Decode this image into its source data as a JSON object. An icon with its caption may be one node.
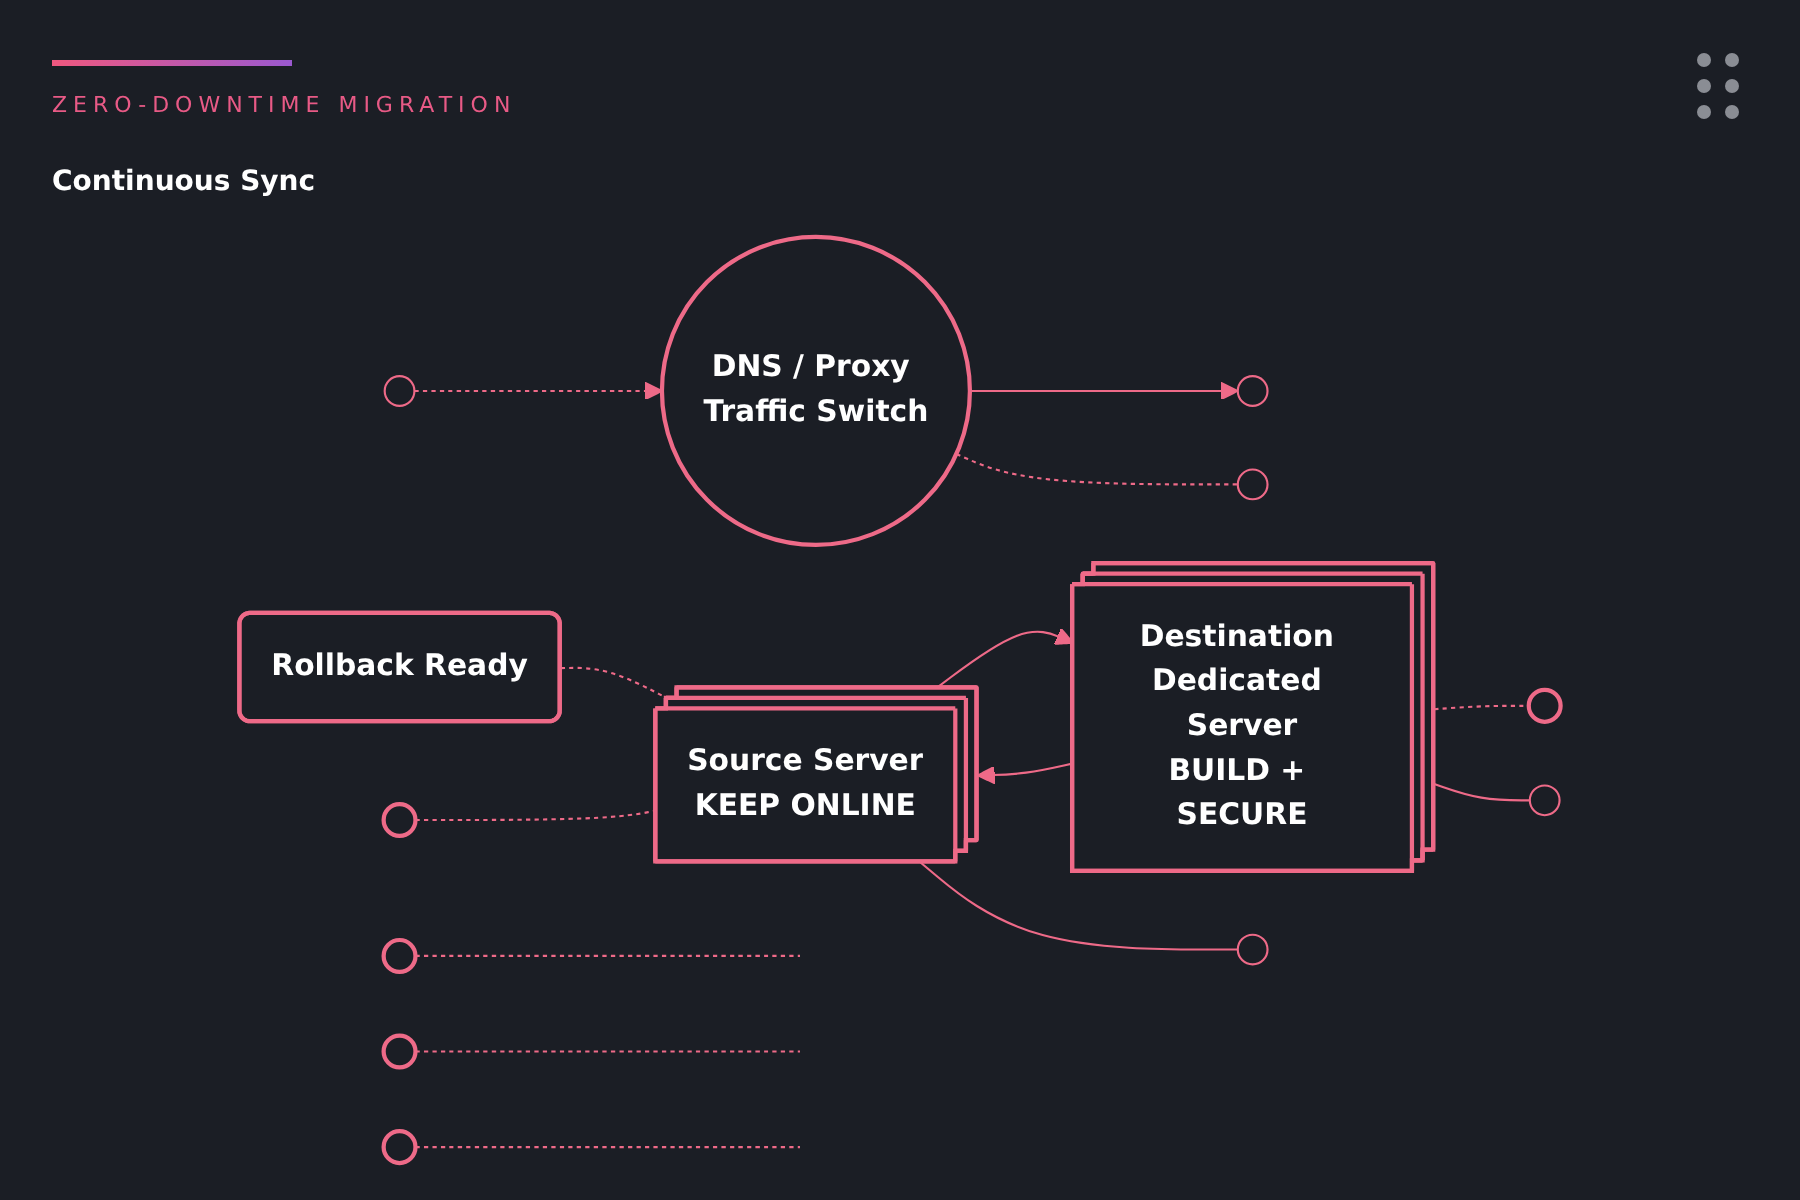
{
  "diagram": {
    "title": "ZERO-DOWNTIME MIGRATION",
    "nodes": [
      {
        "text": [
          "DNS / Proxy Traffic Switch"
        ]
      },
      {
        "text": [],
        "shape": "circle"
      },
      {
        "text": [],
        "shape": "circle"
      },
      {
        "text": [],
        "shape": "circle"
      },
      {
        "text": [
          "Rollback Ready"
        ]
      },
      {
        "text": [
          "Source Server",
          "KEEP ONLINE"
        ]
      },
      {
        "text": [
          "Destination Dedicated Server",
          "BUILD + SECURE"
        ]
      },
      {
        "text": [],
        "shape": "circle"
      },
      {
        "text": [],
        "shape": "circle"
      },
      {
        "text": [],
        "shape": "circle"
      },
      {
        "text": [],
        "shape": "circle"
      },
      {
        "text": [],
        "shape": "circle"
      },
      {
        "text": [],
        "shape": "circle"
      },
      {
        "text": [],
        "shape": "circle"
      }
    ],
    "edges": [
      {
        "from": 1,
        "to": 0,
        "arrow": "to",
        "style": "dashed"
      },
      {
        "from": 0,
        "to": 2,
        "arrow": "to"
      },
      {
        "from": 0,
        "to": 3,
        "arrow": "none",
        "style": "dashed"
      },
      {
        "from": 4,
        "to": 5,
        "arrow": "none",
        "style": "dashed"
      },
      {
        "from": 5,
        "to": 6,
        "arrow": "to"
      },
      {
        "from": 6,
        "to": 5,
        "arrow": "to"
      },
      {
        "from": 7,
        "to": 5,
        "arrow": "none",
        "style": "dashed"
      },
      {
        "from": 6,
        "to": 8,
        "arrow": "none",
        "style": "dashed"
      },
      {
        "from": 5,
        "to": 9,
        "arrow": "none"
      },
      {
        "from": 6,
        "to": 10,
        "arrow": "none"
      },
      {
        "from": 11,
        "to": null,
        "arrow": "none",
        "style": "dashed"
      },
      {
        "from": 12,
        "to": null,
        "arrow": "none",
        "style": "dashed"
      },
      {
        "from": 13,
        "to": null,
        "arrow": "none",
        "style": "dashed"
      }
    ],
    "labels": [
      "Continuous Sync"
    ]
  }
}
